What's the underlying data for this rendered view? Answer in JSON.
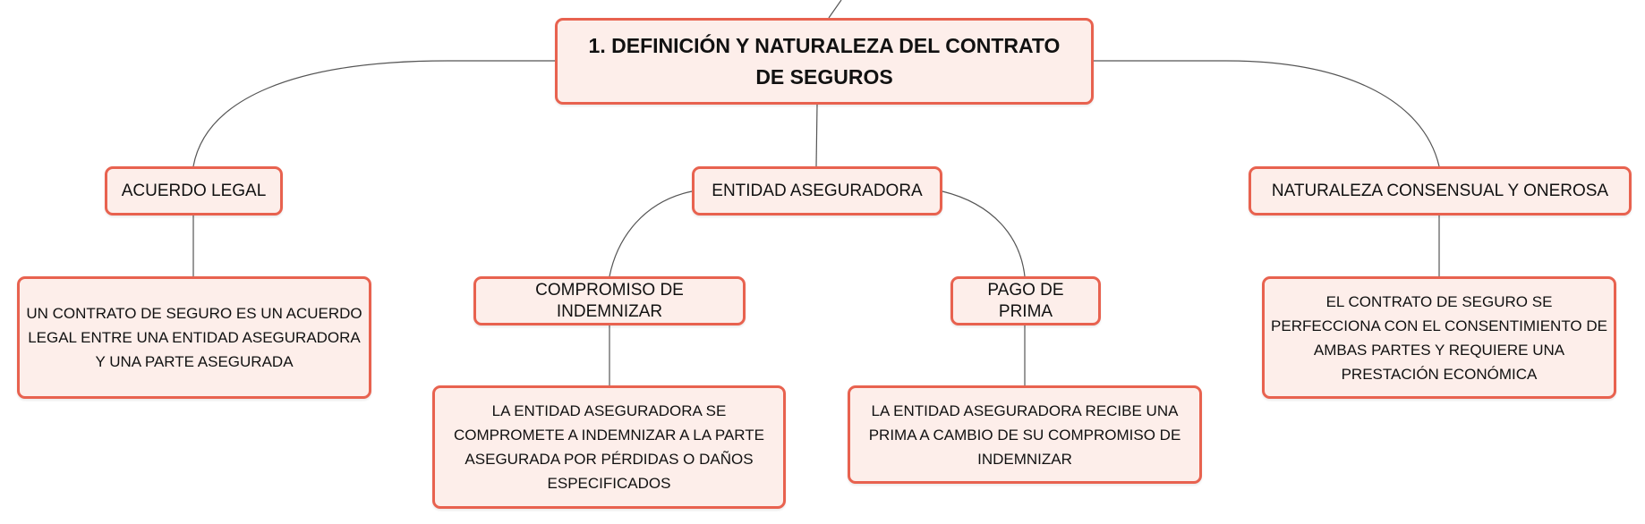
{
  "diagram": {
    "root": {
      "label": "1. DEFINICIÓN Y NATURALEZA DEL CONTRATO DE SEGUROS"
    },
    "branches": [
      {
        "label": "ACUERDO LEGAL",
        "detail": "UN CONTRATO DE SEGURO ES UN ACUERDO LEGAL ENTRE UNA ENTIDAD ASEGURADORA Y UNA PARTE ASEGURADA"
      },
      {
        "label": "ENTIDAD ASEGURADORA",
        "children": [
          {
            "label": "COMPROMISO DE INDEMNIZAR",
            "detail": "LA ENTIDAD ASEGURADORA SE COMPROMETE A INDEMNIZAR A LA PARTE ASEGURADA POR PÉRDIDAS O DAÑOS ESPECIFICADOS"
          },
          {
            "label": "PAGO DE PRIMA",
            "detail": "LA ENTIDAD ASEGURADORA RECIBE UNA PRIMA A CAMBIO DE SU COMPROMISO DE INDEMNIZAR"
          }
        ]
      },
      {
        "label": "NATURALEZA CONSENSUAL Y ONEROSA",
        "detail": "EL CONTRATO DE SEGURO SE PERFECCIONA CON EL CONSENTIMIENTO DE AMBAS PARTES Y REQUIERE UNA PRESTACIÓN ECONÓMICA"
      }
    ],
    "colors": {
      "node_fill": "#fdeeea",
      "node_border": "#e8624f",
      "connector": "#555555",
      "text": "#111111"
    }
  }
}
